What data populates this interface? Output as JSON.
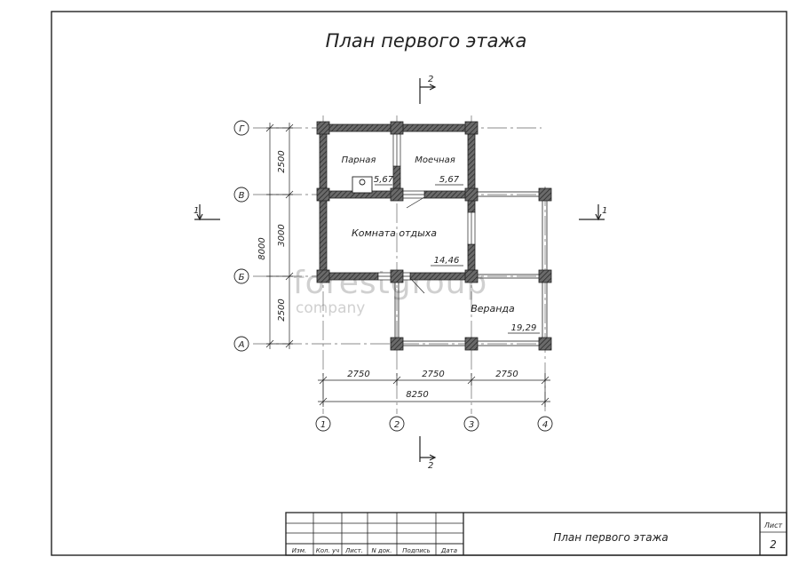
{
  "sheet_title": "План первого этажа",
  "rooms": [
    {
      "name": "Парная",
      "area": "5,67"
    },
    {
      "name": "Моечная",
      "area": "5,67"
    },
    {
      "name": "Комната отдыха",
      "area": "14,46"
    },
    {
      "name": "Веранда",
      "area": "19,29"
    }
  ],
  "axes": {
    "letters": [
      "Г",
      "В",
      "Б",
      "А"
    ],
    "numbers": [
      "1",
      "2",
      "3",
      "4"
    ]
  },
  "dimensions": {
    "vertical_segments": [
      "2500",
      "3000",
      "2500"
    ],
    "vertical_total": "8000",
    "horizontal_segments": [
      "2750",
      "2750",
      "2750"
    ],
    "horizontal_total": "8250"
  },
  "section_marks": {
    "section_1": "1",
    "section_2": "2"
  },
  "watermark": {
    "brand": "forestgroup",
    "sub": "company"
  },
  "title_block": {
    "headers": [
      "Изм.",
      "Кол. уч",
      "Лист.",
      "N док.",
      "Подпись",
      "Дата"
    ],
    "drawing_name": "План первого этажа",
    "sheet_label": "Лист",
    "sheet_number": "2"
  },
  "colors": {
    "line": "#222222",
    "wall_fill": "#555555",
    "axis": "#666666"
  }
}
